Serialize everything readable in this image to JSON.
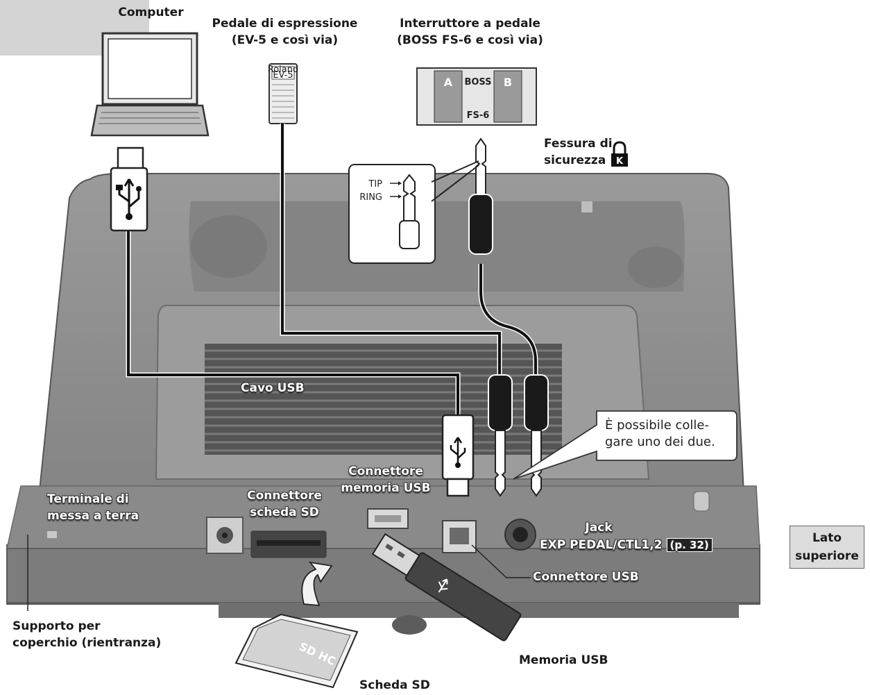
{
  "labels": {
    "computer": "Computer",
    "expression_pedal": "Pedale di espressione\n(EV-5 e così via)",
    "foot_switch": "Interruttore a pedale\n(BOSS FS-6 e così via)",
    "security_slot": "Fessura di\nsicurezza",
    "usb_cable": "Cavo USB",
    "usb_memory_connector": "Connettore\nmemoria USB",
    "sd_card_connector": "Connettore\nscheda SD",
    "ground_terminal": "Terminale di\nmessa a terra",
    "lid_support": "Supporto per\ncoperchio (rientranza)",
    "jack": "Jack",
    "exp_pedal": "EXP PEDAL/CTL1,2",
    "page_ref": "(p. 32)",
    "usb_connector": "Connettore USB",
    "usb_memory": "Memoria USB",
    "sd_card": "Scheda SD",
    "callout": "È possibile colle-\ngare uno dei due.",
    "top_side": "Lato\nsuperiore",
    "tip": "TIP",
    "ring": "RING"
  },
  "device_text": {
    "ev5_brand": "Roland",
    "ev5_model": "EV-5",
    "fs6_brand": "BOSS",
    "fs6_model": "FS-6",
    "fs6_a": "A",
    "fs6_b": "B",
    "sd_logo": "SD HC"
  },
  "icons": [
    "usb-icon",
    "lock-icon"
  ],
  "colors": {
    "device_body": "#8f8f8f",
    "device_dark": "#6e6e6e",
    "cable": "#111111",
    "label_box": "#dcdcdc"
  }
}
